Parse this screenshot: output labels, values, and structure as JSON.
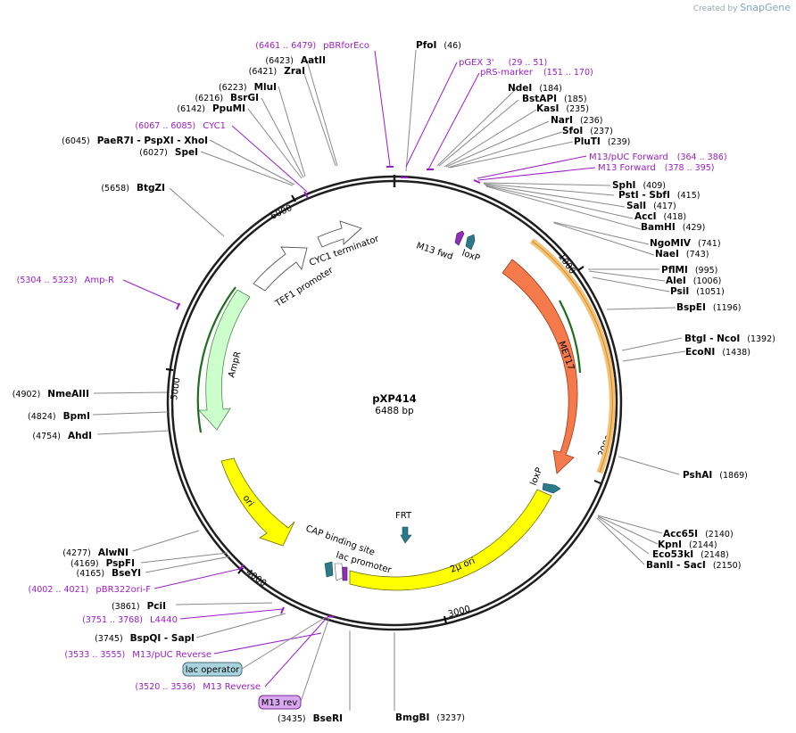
{
  "watermark": {
    "prefix": "Created by",
    "brand": "SnapGene"
  },
  "plasmid": {
    "name": "pXP414",
    "length_label": "6488 bp",
    "length": 6488
  },
  "ticks": [
    {
      "pos": 1000,
      "label": "1000"
    },
    {
      "pos": 2000,
      "label": "2000"
    },
    {
      "pos": 3000,
      "label": "3000"
    },
    {
      "pos": 4000,
      "label": "4000"
    },
    {
      "pos": 5000,
      "label": "5000"
    },
    {
      "pos": 6000,
      "label": "6000"
    }
  ],
  "sites": [
    {
      "name": "PfoI",
      "pos": "(46)"
    },
    {
      "name": "NdeI",
      "pos": "(184)"
    },
    {
      "name": "BstAPI",
      "pos": "(185)"
    },
    {
      "name": "KasI",
      "pos": "(235)"
    },
    {
      "name": "NarI",
      "pos": "(236)"
    },
    {
      "name": "SfoI",
      "pos": "(237)"
    },
    {
      "name": "PluTI",
      "pos": "(239)"
    },
    {
      "name": "SphI",
      "pos": "(409)"
    },
    {
      "name": "PstI - SbfI",
      "pos": "(415)"
    },
    {
      "name": "SalI",
      "pos": "(417)"
    },
    {
      "name": "AccI",
      "pos": "(418)"
    },
    {
      "name": "BamHI",
      "pos": "(429)"
    },
    {
      "name": "NgoMIV",
      "pos": "(741)"
    },
    {
      "name": "NaeI",
      "pos": "(743)"
    },
    {
      "name": "PflMI",
      "pos": "(995)"
    },
    {
      "name": "AleI",
      "pos": "(1006)"
    },
    {
      "name": "PsiI",
      "pos": "(1051)"
    },
    {
      "name": "BspEI",
      "pos": "(1196)"
    },
    {
      "name": "BtgI - NcoI",
      "pos": "(1392)"
    },
    {
      "name": "EcoNI",
      "pos": "(1438)"
    },
    {
      "name": "PshAI",
      "pos": "(1869)"
    },
    {
      "name": "Acc65I",
      "pos": "(2140)"
    },
    {
      "name": "KpnI",
      "pos": "(2144)"
    },
    {
      "name": "Eco53kI",
      "pos": "(2148)"
    },
    {
      "name": "BanII - SacI",
      "pos": "(2150)"
    },
    {
      "name": "BmgBI",
      "pos": "(3237)"
    },
    {
      "name": "BseRI",
      "pos": "(3435)"
    },
    {
      "name": "BspQI - SapI",
      "pos": "(3745)"
    },
    {
      "name": "PciI",
      "pos": "(3861)"
    },
    {
      "name": "BseYI",
      "pos": "(4165)"
    },
    {
      "name": "PspFI",
      "pos": "(4169)"
    },
    {
      "name": "AlwNI",
      "pos": "(4277)"
    },
    {
      "name": "AhdI",
      "pos": "(4754)"
    },
    {
      "name": "BpmI",
      "pos": "(4824)"
    },
    {
      "name": "NmeAIII",
      "pos": "(4902)"
    },
    {
      "name": "BtgZI",
      "pos": "(5658)"
    },
    {
      "name": "SpeI",
      "pos": "(6027)"
    },
    {
      "name": "PaeR7I - PspXI - XhoI",
      "pos": "(6045)"
    },
    {
      "name": "PpuMI",
      "pos": "(6142)"
    },
    {
      "name": "BsrGI",
      "pos": "(6216)"
    },
    {
      "name": "MluI",
      "pos": "(6223)"
    },
    {
      "name": "ZraI",
      "pos": "(6421)"
    },
    {
      "name": "AatII",
      "pos": "(6423)"
    }
  ],
  "primers": [
    {
      "name": "pBRforEco",
      "range": "(6461 .. 6479)"
    },
    {
      "name": "pGEX 3'",
      "range": "(29 .. 51)"
    },
    {
      "name": "pRS-marker",
      "range": "(151 .. 170)"
    },
    {
      "name": "M13/pUC Forward",
      "range": "(364 .. 386)"
    },
    {
      "name": "M13 Forward",
      "range": "(378 .. 395)"
    },
    {
      "name": "CYC1",
      "range": "(6067 .. 6085)"
    },
    {
      "name": "Amp-R",
      "range": "(5304 .. 5323)"
    },
    {
      "name": "pBR322ori-F",
      "range": "(4002 .. 4021)"
    },
    {
      "name": "L4440",
      "range": "(3751 .. 3768)"
    },
    {
      "name": "M13/pUC Reverse",
      "range": "(3533 .. 3555)"
    },
    {
      "name": "M13 Reverse",
      "range": "(3520 .. 3536)"
    }
  ],
  "boxed_labels": [
    {
      "name": "lac operator",
      "fill": "#a9d3de",
      "stroke": "#4b6a75"
    },
    {
      "name": "M13 rev",
      "fill": "#d9a6f0",
      "stroke": "#7a2b9a"
    }
  ],
  "features": [
    {
      "name": "MET17",
      "color": "#f47a4c"
    },
    {
      "name": "2μ ori",
      "color": "#ffff00"
    },
    {
      "name": "ori",
      "color": "#ffff00"
    },
    {
      "name": "AmpR",
      "color": "#ccffcc"
    },
    {
      "name": "TEF1 promoter",
      "color": "#ffffff"
    },
    {
      "name": "CYC1 terminator",
      "color": "#ffffff"
    },
    {
      "name": "FRT",
      "color": "#2b7a8a"
    },
    {
      "name": "loxP",
      "color": "#2b7a8a"
    },
    {
      "name": "M13 fwd",
      "color": "#8e2fb8"
    },
    {
      "name": "CAP binding site",
      "color": "#2b7a8a"
    },
    {
      "name": "lac promoter",
      "color": "#ffffff"
    }
  ],
  "colors": {
    "primer": "#9a1ec4",
    "backbone": "#1f1f1f",
    "line": "#8a8a8a"
  }
}
